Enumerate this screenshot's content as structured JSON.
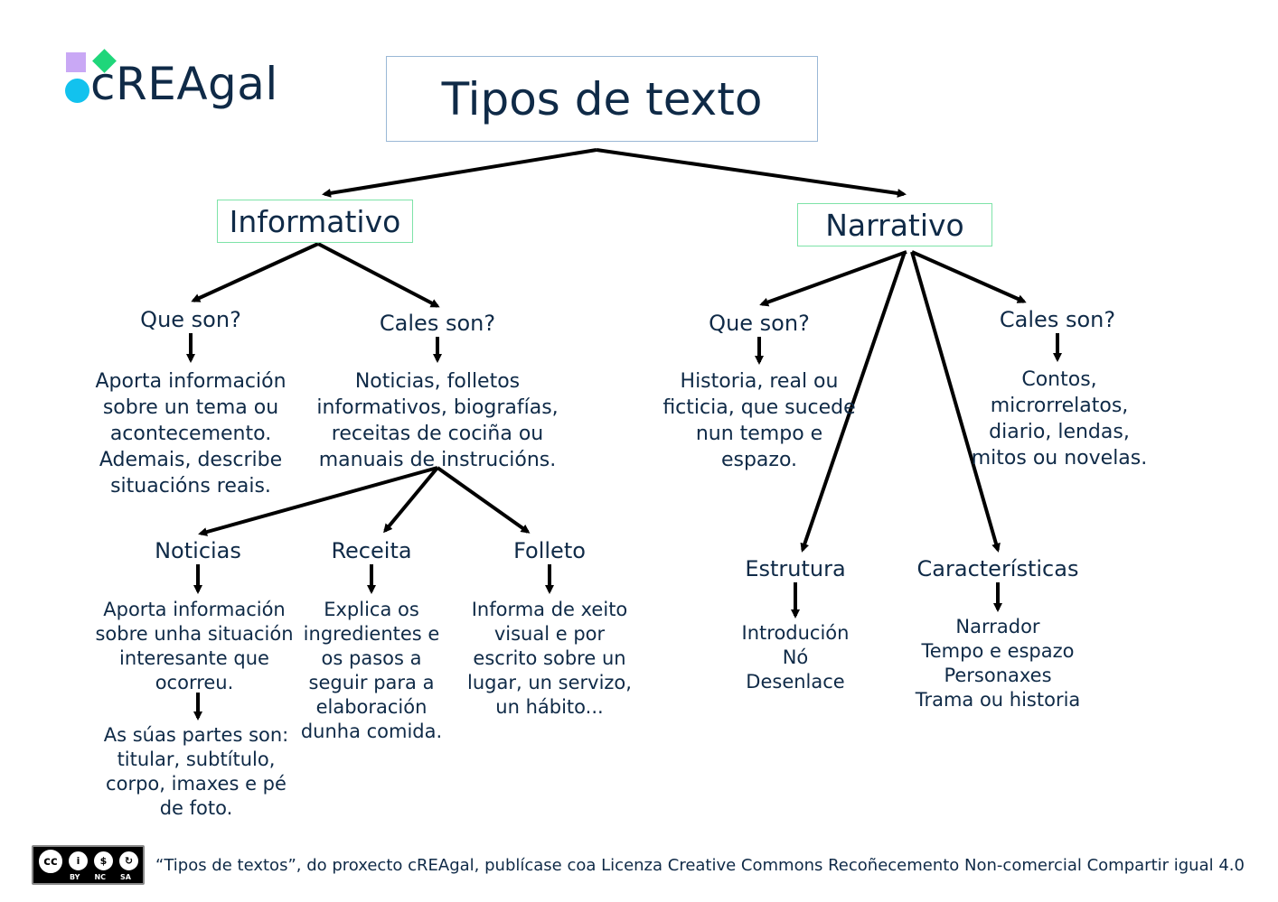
{
  "logo": {
    "text": "cREAgal"
  },
  "title": "Tipos de texto",
  "informativo": {
    "label": "Informativo",
    "que_son": {
      "label": "Que son?",
      "text": "Aporta información\nsobre un tema ou\nacontecemento.\nAdemais, describe\nsituacións reais."
    },
    "cales_son": {
      "label": "Cales son?",
      "text": "Noticias, folletos\ninformativos, biografías,\nreceitas de cociña ou\nmanuais de instrucións."
    },
    "noticias": {
      "label": "Noticias",
      "text": "Aporta información\nsobre unha situación\ninteresante que\nocorreu.",
      "partes": "As súas partes son:\ntitular, subtítulo,\ncorpo, imaxes e pé\nde foto."
    },
    "receita": {
      "label": "Receita",
      "text": "Explica os\ningredientes e\nos pasos a\nseguir para a\nelaboración\ndunha comida."
    },
    "folleto": {
      "label": "Folleto",
      "text": "Informa de xeito\nvisual e por\nescrito sobre un\nlugar, un servizo,\nun hábito..."
    }
  },
  "narrativo": {
    "label": "Narrativo",
    "que_son": {
      "label": "Que son?",
      "text": "Historia, real ou\nficticia, que sucede\nnun tempo e\nespazo."
    },
    "cales_son": {
      "label": "Cales son?",
      "text": "Contos,\nmicrorrelatos,\ndiario, lendas,\nmitos ou novelas."
    },
    "estrutura": {
      "label": "Estrutura",
      "text": "Introdución\nNó\nDesenlace"
    },
    "caracteristicas": {
      "label": "Características",
      "text": "Narrador\nTempo e espazo\nPersonaxes\nTrama ou historia"
    }
  },
  "footer": {
    "license_badge": [
      "BY",
      "NC",
      "SA"
    ],
    "text": "“Tipos de textos”, do proxecto cREAgal, publícase coa Licenza Creative Commons Recoñecemento Non-comercial Compartir igual 4.0"
  },
  "colors": {
    "text": "#0f2a47",
    "title_border": "#9ab8d6",
    "category_border": "#7ee3a8",
    "logo_purple": "#c9a8f5",
    "logo_green": "#1fd67a",
    "logo_cyan": "#12c2ee"
  }
}
